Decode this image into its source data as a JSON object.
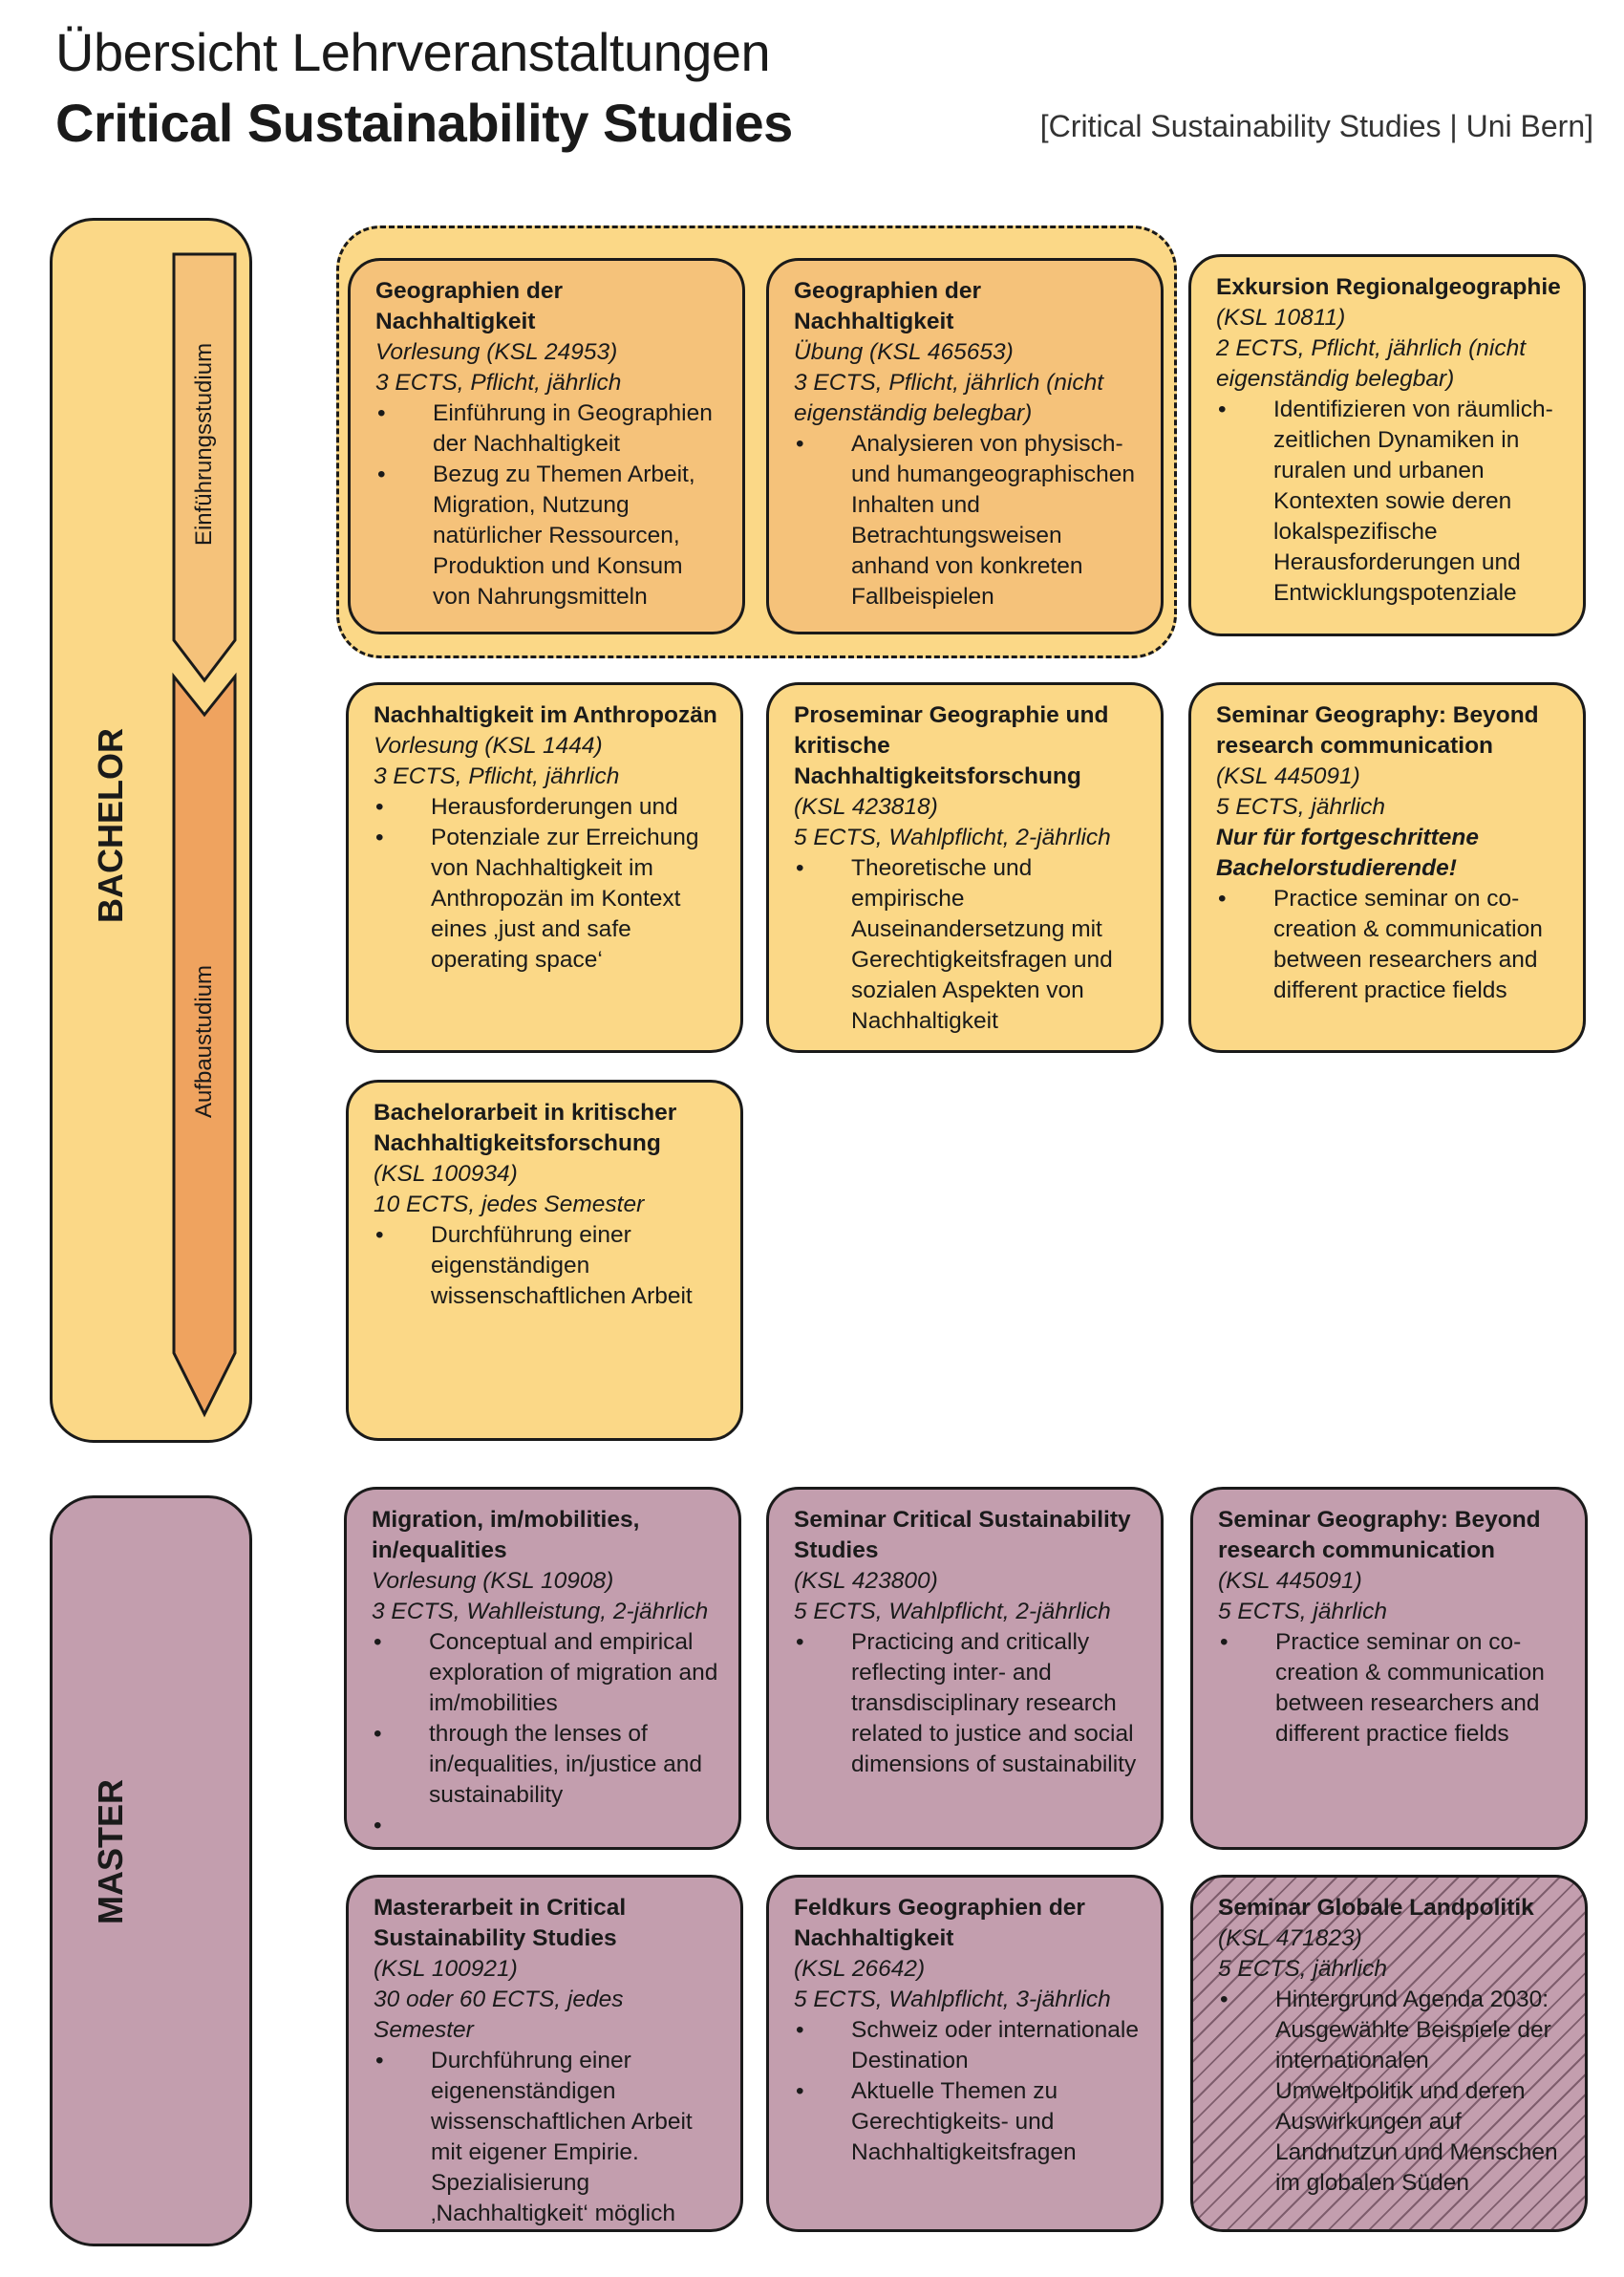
{
  "header": {
    "title_line1": "Übersicht Lehrveranstaltungen",
    "title_line2": "Critical Sustainability Studies",
    "source": "[Critical Sustainability Studies | Uni Bern]"
  },
  "side": {
    "bachelor": "BACHELOR",
    "master": "MASTER",
    "einfuehrung": "Einführungsstudium",
    "aufbau": "Aufbaustudium"
  },
  "colors": {
    "orange_card": "#f5c27a",
    "yellow_card": "#fbd887",
    "purple_card": "#c39eae",
    "arrow_light": "#f5c27a",
    "arrow_dark": "#ef a35f"
  },
  "cards": [
    {
      "title": "Geographien der Nachhaltigkeit",
      "lines": [
        "Vorlesung (KSL 24953)",
        "3 ECTS, Pflicht, jährlich"
      ],
      "note": "",
      "bullets": [
        "Einführung in Geographien der Nachhaltigkeit",
        "Bezug zu Themen Arbeit, Migration, Nutzung natürlicher Ressourcen, Produktion und Konsum von Nahrungsmitteln"
      ]
    },
    {
      "title": "Geographien der Nachhaltigkeit",
      "lines": [
        "Übung (KSL 465653)",
        "3 ECTS, Pflicht, jährlich (nicht eigenständig belegbar)"
      ],
      "note": "",
      "bullets": [
        "Analysieren von physisch- und humangeographischen Inhalten und Betrachtungsweisen anhand von konkreten Fallbeispielen"
      ]
    },
    {
      "title": "Exkursion Regionalgeographie",
      "lines": [
        "(KSL 10811)",
        "2 ECTS, Pflicht, jährlich (nicht eigenständig belegbar)"
      ],
      "note": "",
      "bullets": [
        "Identifizieren von räumlich-zeitlichen Dynamiken in ruralen und urbanen Kontexten sowie deren lokalspezifische Herausforderungen und Entwicklungspotenziale"
      ]
    },
    {
      "title": "Nachhaltigkeit im Anthropozän",
      "lines": [
        "Vorlesung (KSL 1444)",
        "3 ECTS, Pflicht, jährlich"
      ],
      "note": "",
      "bullets": [
        "Herausforderungen und",
        "Potenziale  zur Erreichung von Nachhaltigkeit im Anthropozän im Kontext eines ‚just and safe operating space‘"
      ]
    },
    {
      "title": "Proseminar Geographie und kritische Nachhaltigkeitsforschung",
      "lines": [
        "(KSL 423818)",
        "5 ECTS, Wahlpflicht, 2-jährlich"
      ],
      "note": "",
      "bullets": [
        "Theoretische und empirische Auseinandersetzung mit Gerechtigkeitsfragen und sozialen Aspekten von Nachhaltigkeit"
      ]
    },
    {
      "title": "Seminar Geography: Beyond research communication",
      "lines": [
        "(KSL 445091)",
        "5 ECTS, jährlich"
      ],
      "note": "Nur für fortgeschrittene Bachelorstudierende!",
      "bullets": [
        "Practice seminar on co-creation & communication between researchers and different practice fields"
      ]
    },
    {
      "title": "Bachelorarbeit in kritischer Nachhaltigkeitsforschung",
      "lines": [
        "(KSL 100934)",
        "10 ECTS, jedes Semester"
      ],
      "note": "",
      "bullets": [
        "Durchführung einer eigenständigen wissenschaftlichen Arbeit"
      ]
    },
    {
      "title": "Migration, im/mobilities, in/equalities",
      "lines": [
        "Vorlesung (KSL 10908)",
        "3 ECTS, Wahlleistung, 2-jährlich"
      ],
      "note": "",
      "bullets": [
        "Conceptual and empirical exploration of migration and im/mobilities",
        "through the lenses of in/equalities, in/justice and sustainability",
        ""
      ]
    },
    {
      "title": "Seminar Critical Sustainability Studies",
      "lines": [
        "(KSL 423800)",
        "5 ECTS, Wahlpflicht, 2-jährlich"
      ],
      "note": "",
      "bullets": [
        "Practicing and critically reflecting inter- and transdisciplinary research related to justice and social dimensions of sustainability"
      ]
    },
    {
      "title": "Seminar Geography: Beyond research communication",
      "lines": [
        "(KSL 445091)",
        "5 ECTS, jährlich"
      ],
      "note": "",
      "bullets": [
        "Practice seminar on co-creation & communication between researchers and different practice fields"
      ]
    },
    {
      "title": "Masterarbeit in Critical Sustainability Studies",
      "lines": [
        "(KSL 100921)",
        "30 oder 60 ECTS,  jedes Semester"
      ],
      "note": "",
      "bullets": [
        "Durchführung einer eigenenständigen wissenschaftlichen Arbeit mit eigener Empirie. Spezialisierung ‚Nachhaltigkeit‘ möglich"
      ]
    },
    {
      "title": "Feldkurs Geographien der Nachhaltigkeit",
      "lines": [
        "(KSL 26642)",
        "5 ECTS, Wahlpflicht, 3-jährlich"
      ],
      "note": "",
      "bullets": [
        "Schweiz oder internationale Destination",
        "Aktuelle Themen zu Gerechtigkeits- und Nachhaltigkeitsfragen"
      ]
    },
    {
      "title": "Seminar Globale Landpolitik",
      "lines": [
        "(KSL 471823)",
        "5 ECTS,  jährlich"
      ],
      "note": "",
      "bullets": [
        "Hintergrund Agenda 2030: Ausgewählte Beispiele der internationalen Umweltpolitik und deren Auswirkungen auf Landnutzun und Menschen im globalen Süden"
      ]
    }
  ]
}
